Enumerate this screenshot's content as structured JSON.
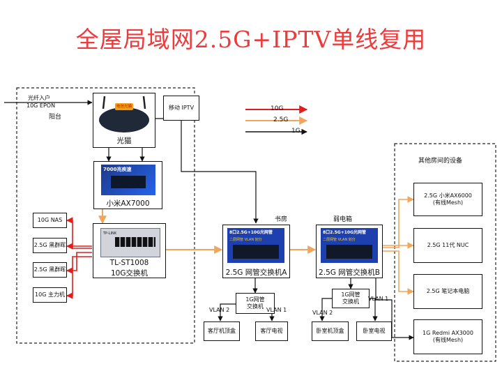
{
  "title": "全屋局域网2.5G+IPTV单线复用",
  "legend": {
    "l10g": "10G",
    "l25g": "2.5G",
    "l1g": "1G"
  },
  "colors": {
    "c10g": "#e11d1d",
    "c25g": "#f0a65c",
    "c1g": "#111111",
    "title": "#ee3a3a"
  },
  "balcony": {
    "fiber_in_1": "光纤入户",
    "fiber_in_2": "10G EPON",
    "area_label": "阳台",
    "iptv_label": "移动 IPTV",
    "modem_label": "光猫",
    "modem_badge": "电信光猫",
    "router_label": "小米AX7000",
    "router_banner": "7000兆疾速",
    "switch_label_1": "TL-ST1008",
    "switch_label_2": "10G交换机",
    "switch_brand": "TP-LINK"
  },
  "left_devices": [
    "10G NAS",
    "2.5G 黑群晖",
    "2.5G 黑群晖",
    "10G 主力机"
  ],
  "study": {
    "area_label": "书房",
    "banner": "8口2.5G+10G光网管",
    "sub_banner": "二层网管 VLAN 划分",
    "switch_label": "2.5G 网管交换机A",
    "mini_switch_1": "1G网管",
    "mini_switch_2": "交换机",
    "vlan_a": "VLAN 2",
    "vlan_b": "VLAN 1",
    "dev_a": "客厅机顶盒",
    "dev_b": "客厅电视"
  },
  "cabinet": {
    "area_label": "弱电箱",
    "banner": "8口2.5G+10G光网管",
    "sub_banner": "二层网管 VLAN 划分",
    "switch_label": "2.5G 网管交换机B",
    "mini_switch_1": "1G网管",
    "mini_switch_2": "交换机",
    "vlan_a": "VLAN 2",
    "vlan_b": "VLAN 1",
    "dev_a": "卧室机顶盒",
    "dev_b": "卧室电视"
  },
  "other_rooms": {
    "title": "其他房间的设备",
    "devices": [
      {
        "line1": "2.5G 小米AX6000",
        "line2": "(有线Mesh)"
      },
      {
        "line1": "2.5G 11代 NUC",
        "line2": ""
      },
      {
        "line1": "2.5G 笔记本电脑",
        "line2": ""
      },
      {
        "line1": "1G Redmi AX3000",
        "line2": "(有线Mesh)"
      }
    ]
  }
}
